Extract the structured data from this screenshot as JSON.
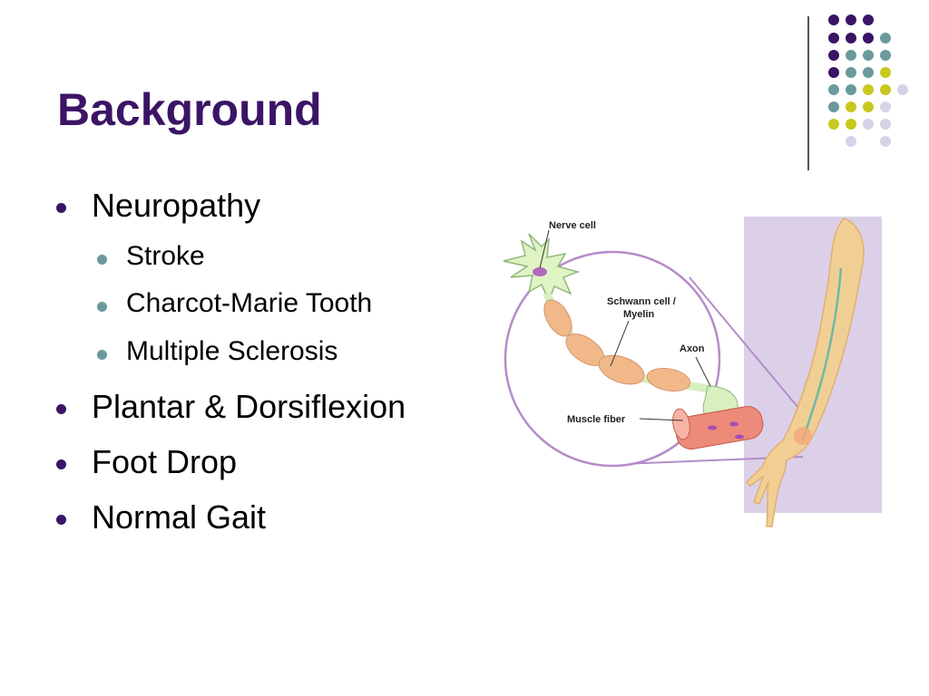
{
  "slide": {
    "title": "Background",
    "bullets": [
      {
        "text": "Neuropathy",
        "level": 1
      },
      {
        "text": "Stroke",
        "level": 2
      },
      {
        "text": "Charcot-Marie Tooth",
        "level": 2
      },
      {
        "text": "Multiple Sclerosis",
        "level": 2
      },
      {
        "text": "Plantar & Dorsiflexion",
        "level": 1
      },
      {
        "text": "Foot Drop",
        "level": 1
      },
      {
        "text": "Normal Gait",
        "level": 1
      }
    ]
  },
  "figure": {
    "labels": {
      "nerve_cell": "Nerve cell",
      "schwann_1": "Schwann cell /",
      "schwann_2": "Myelin",
      "axon": "Axon",
      "muscle_fiber": "Muscle fiber"
    }
  },
  "colors": {
    "title": "#3b1466",
    "purple": "#3b1466",
    "teal": "#6b9a9c",
    "yellow": "#c8c81e",
    "lavender": "#d5d3e8"
  }
}
